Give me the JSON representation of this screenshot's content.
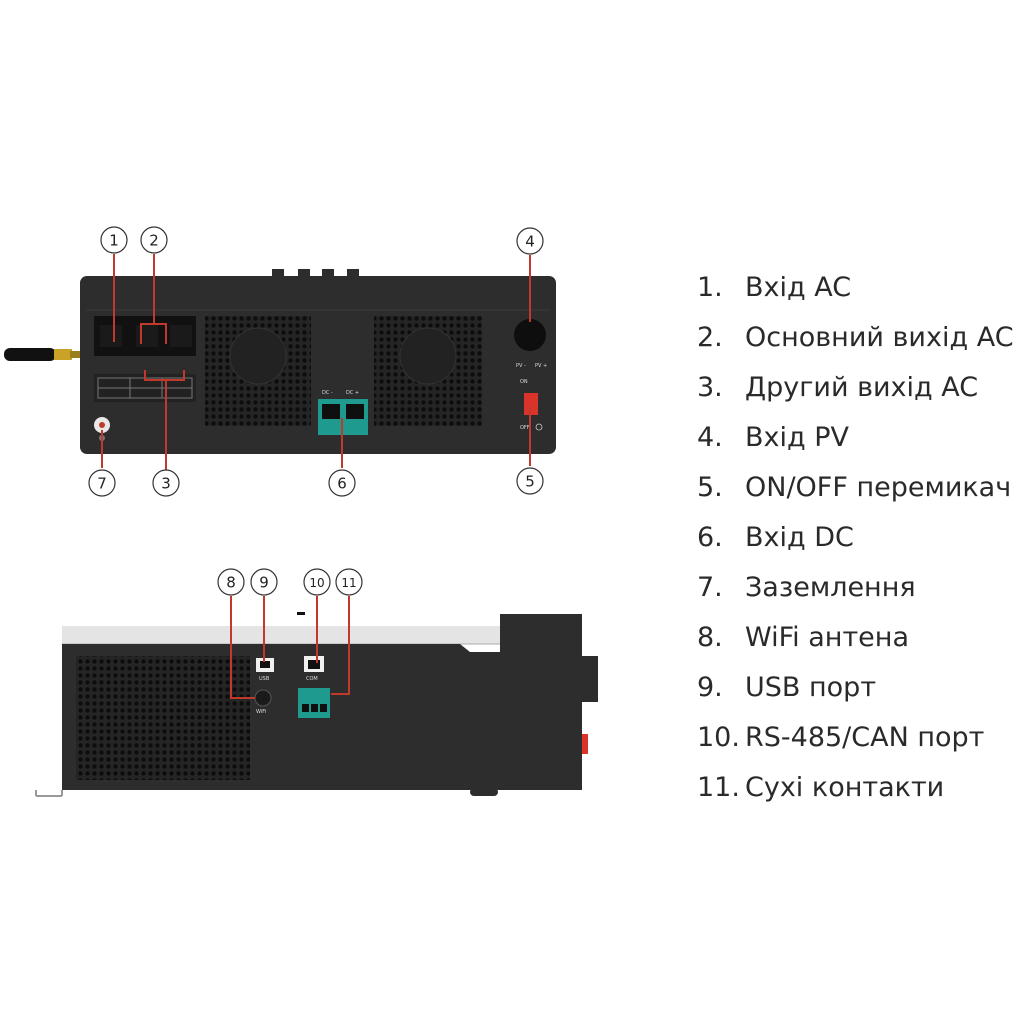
{
  "labels": {
    "front": [
      {
        "n": "1",
        "name": "Вхід AC"
      },
      {
        "n": "2",
        "name": "Основний вихід AC"
      },
      {
        "n": "3",
        "name": "Другий вихід AC"
      },
      {
        "n": "4",
        "name": "Вхід PV"
      },
      {
        "n": "5",
        "name": "ON/OFF перемикач"
      },
      {
        "n": "6",
        "name": "Вхід DC"
      },
      {
        "n": "7",
        "name": "Заземлення"
      }
    ],
    "side": [
      {
        "n": "8",
        "name": "WiFi антена"
      },
      {
        "n": "9",
        "name": "USB порт"
      },
      {
        "n": "10",
        "name": "RS-485/CAN порт"
      },
      {
        "n": "11",
        "name": "Сухі контакти"
      }
    ]
  },
  "legend": [
    {
      "num": "1.",
      "text": "Вхід AC"
    },
    {
      "num": "2.",
      "text": "Основний вихід AC"
    },
    {
      "num": "3.",
      "text": "Другий вихід AC"
    },
    {
      "num": "4.",
      "text": "Вхід PV"
    },
    {
      "num": "5.",
      "text": "ON/OFF перемикач"
    },
    {
      "num": "6.",
      "text": "Вхід DC"
    },
    {
      "num": "7.",
      "text": "Заземлення"
    },
    {
      "num": "8.",
      "text": "WiFi антена"
    },
    {
      "num": "9.",
      "text": "USB порт"
    },
    {
      "num": "10.",
      "text": "RS-485/CAN порт"
    },
    {
      "num": "11.",
      "text": "Сухі контакти"
    }
  ],
  "device_labels": {
    "dc_minus": "DC -",
    "dc_plus": "DC +",
    "pv_minus": "PV -",
    "pv_plus": "PV +",
    "switch_on": "ON",
    "switch_off": "OFF",
    "usb": "USB",
    "com": "COM",
    "wifi": "WiFi"
  },
  "colors": {
    "housing": "#2d2d2d",
    "annotation": "#c0392b",
    "terminal": "#1e9a8f",
    "switch": "#d9332a"
  }
}
